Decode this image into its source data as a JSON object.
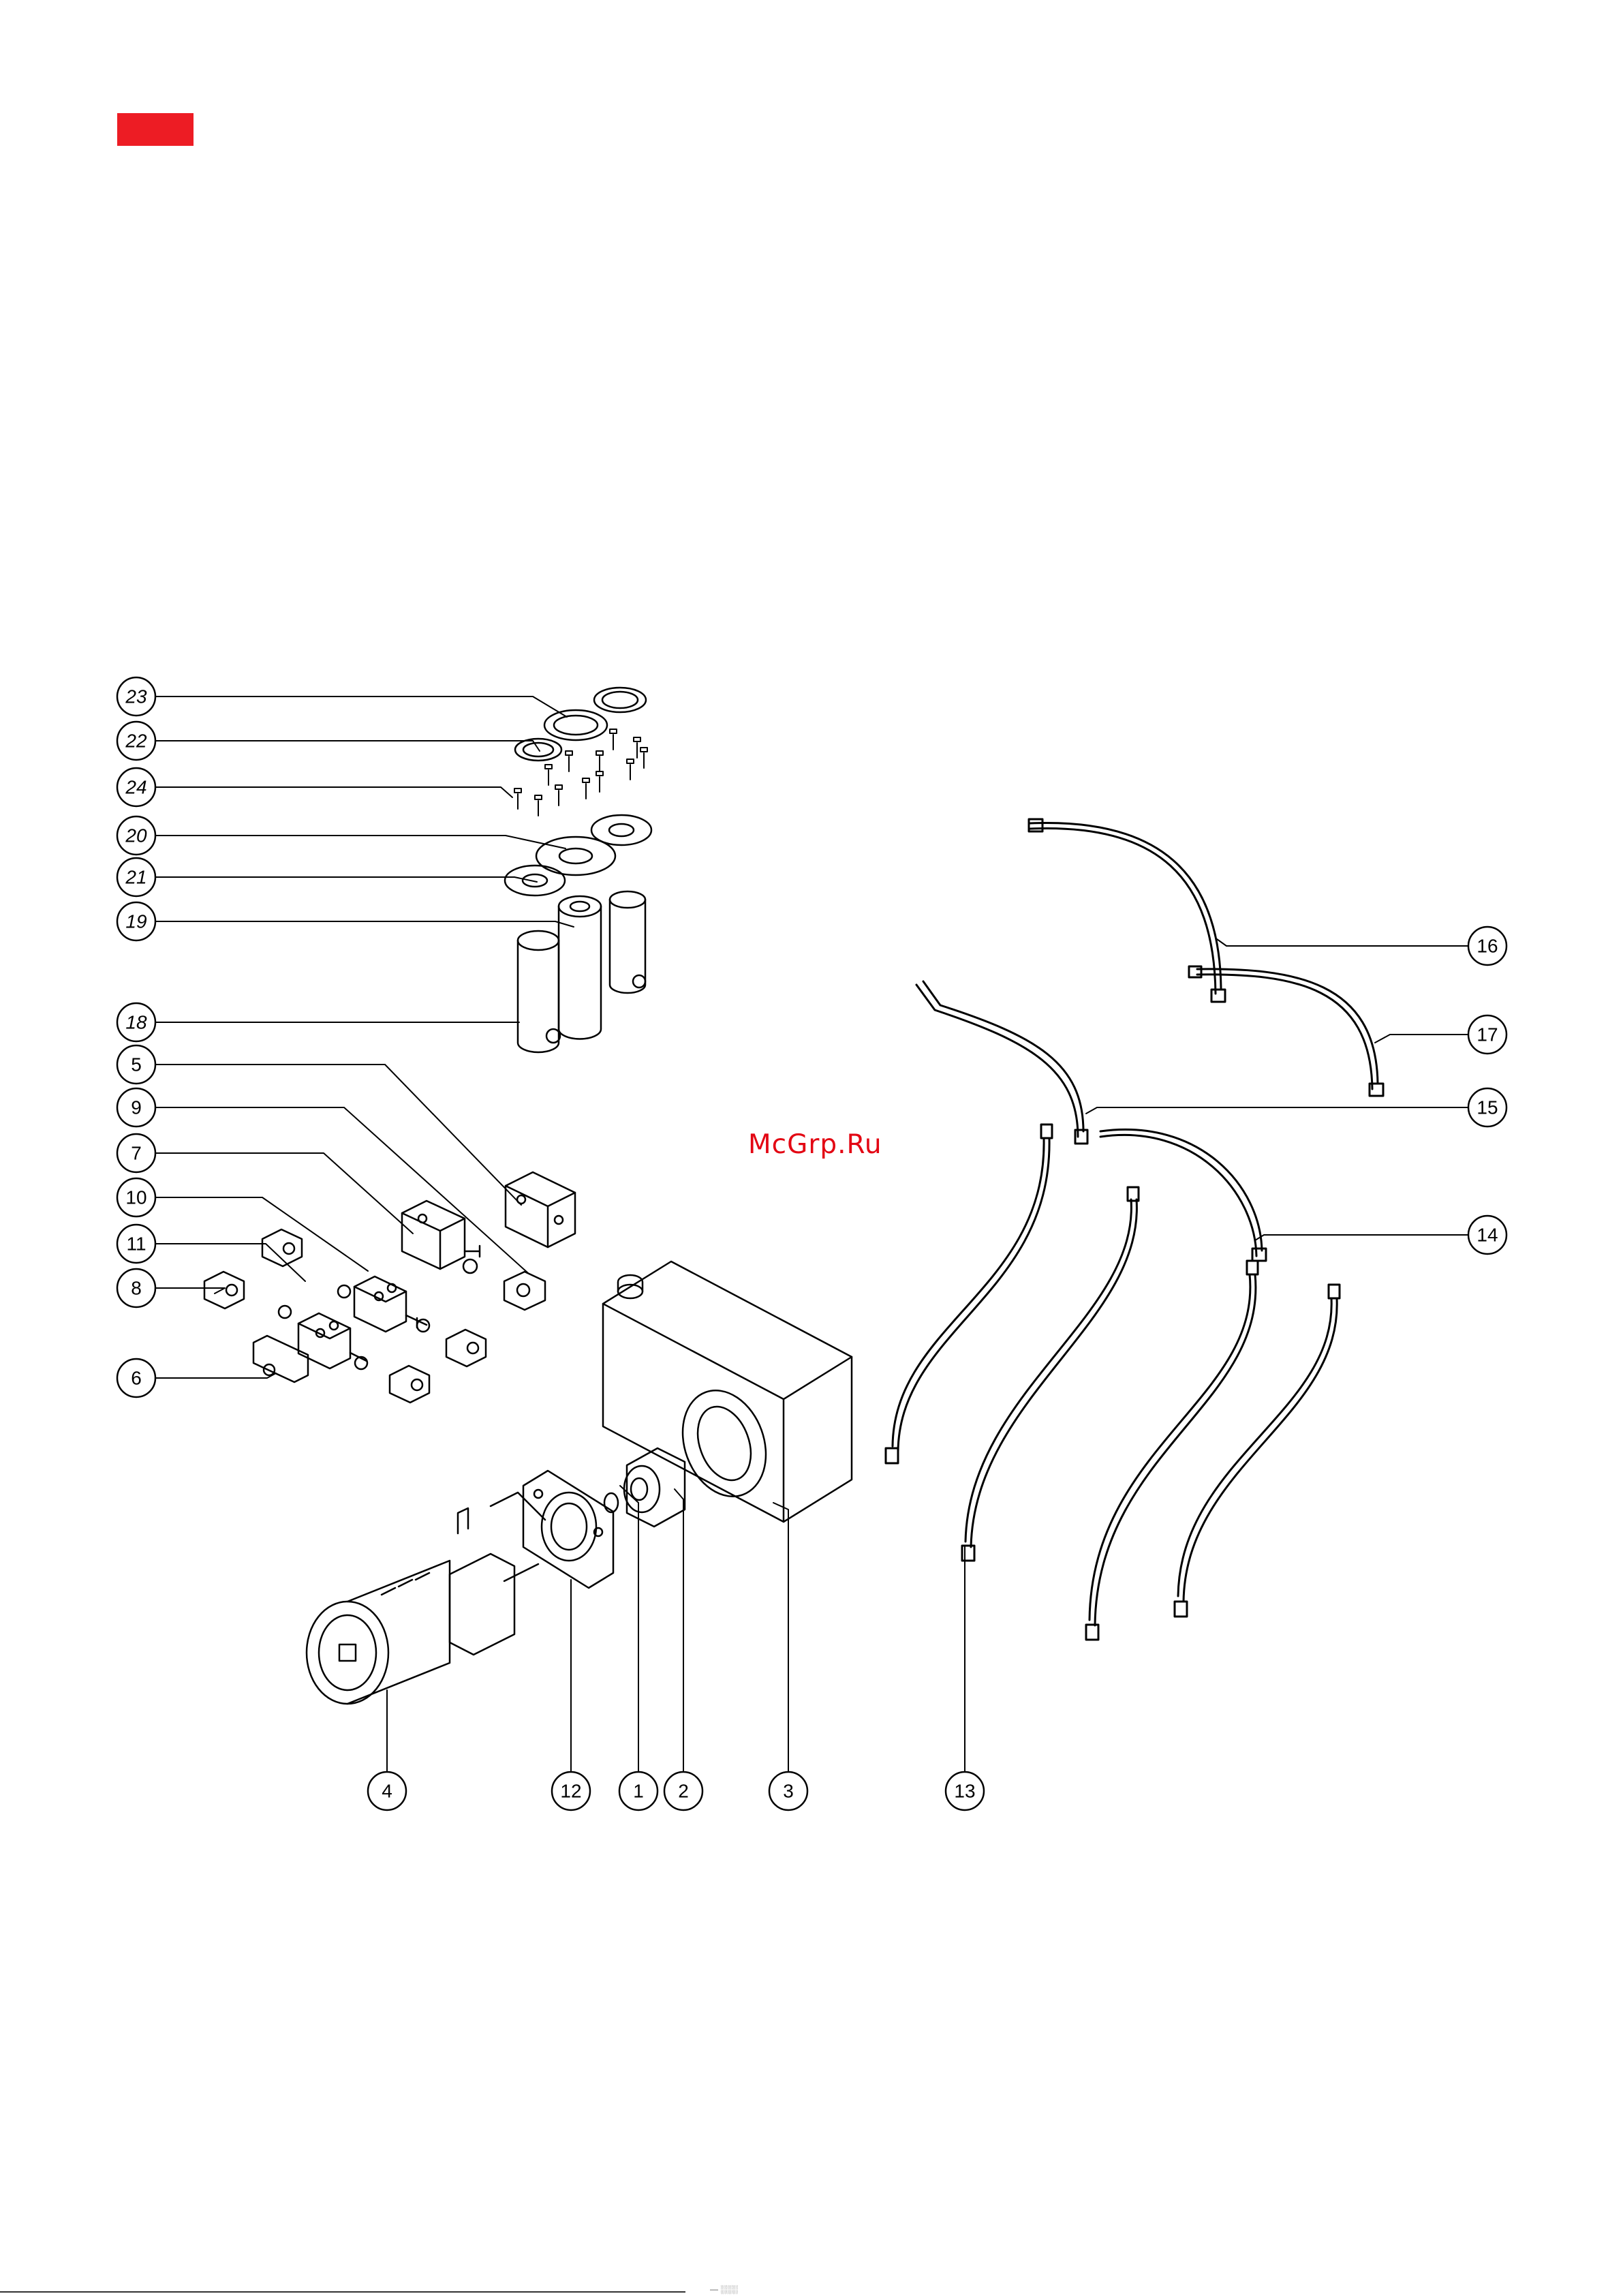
{
  "watermark": "McGrp.Ru",
  "footer_text": "—  ░░░",
  "callouts": [
    "23",
    "22",
    "24",
    "20",
    "21",
    "19",
    "18",
    "5",
    "9",
    "7",
    "10",
    "11",
    "8",
    "6",
    "16",
    "17",
    "15",
    "14",
    "4",
    "12",
    "1",
    "2",
    "3",
    "13"
  ],
  "colors": {
    "accent": "#ed1c24",
    "watermark": "#e30613",
    "ink": "#000000"
  }
}
